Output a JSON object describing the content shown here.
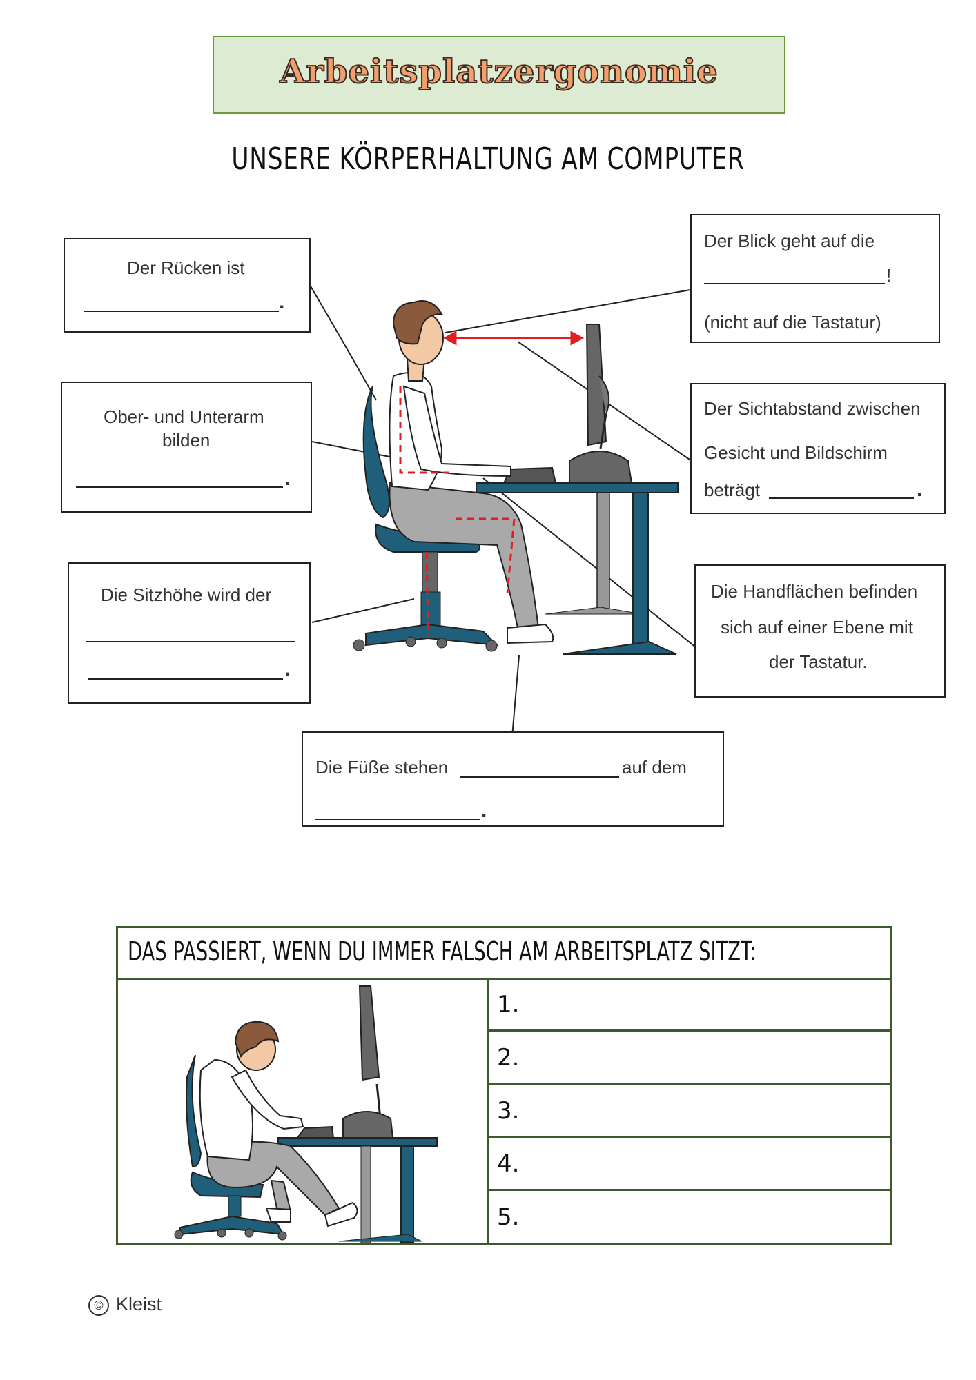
{
  "title": "Arbeitsplatzergonomie",
  "subtitle": "Unsere Körperhaltung am Computer",
  "boxes": {
    "back": {
      "line1": "Der Rücken ist",
      "end": "."
    },
    "arm": {
      "line1": "Ober- und Unterarm",
      "line2": "bilden",
      "end": "."
    },
    "seat": {
      "line1": "Die Sitzhöhe wird der",
      "end": "."
    },
    "gaze": {
      "line1": "Der Blick geht auf die",
      "end": "!",
      "line3": "(nicht auf die Tastatur)"
    },
    "distance": {
      "line1": "Der Sichtabstand zwischen",
      "line2": "Gesicht und Bildschirm",
      "line3": "beträgt",
      "end": "."
    },
    "hands": {
      "line1": "Die Handflächen befinden",
      "line2": "sich auf einer Ebene mit",
      "line3": "der Tastatur."
    },
    "feet": {
      "part1": "Die Füße stehen",
      "part2": "auf dem",
      "end": "."
    }
  },
  "table": {
    "header": "Das passiert, wenn du immer falsch am Arbeitsplatz sitzt:",
    "rows": [
      "1.",
      "2.",
      "3.",
      "4.",
      "5."
    ]
  },
  "footer": {
    "copyright_symbol": "©",
    "author": "Kleist"
  },
  "colors": {
    "chair_blue": "#1f5f7a",
    "desk_blue": "#1f5f7a",
    "banner_green": "#dcebd1",
    "title_orange": "#f0a06e",
    "table_green": "#3c5a2a",
    "arrow_red": "#e02020"
  }
}
